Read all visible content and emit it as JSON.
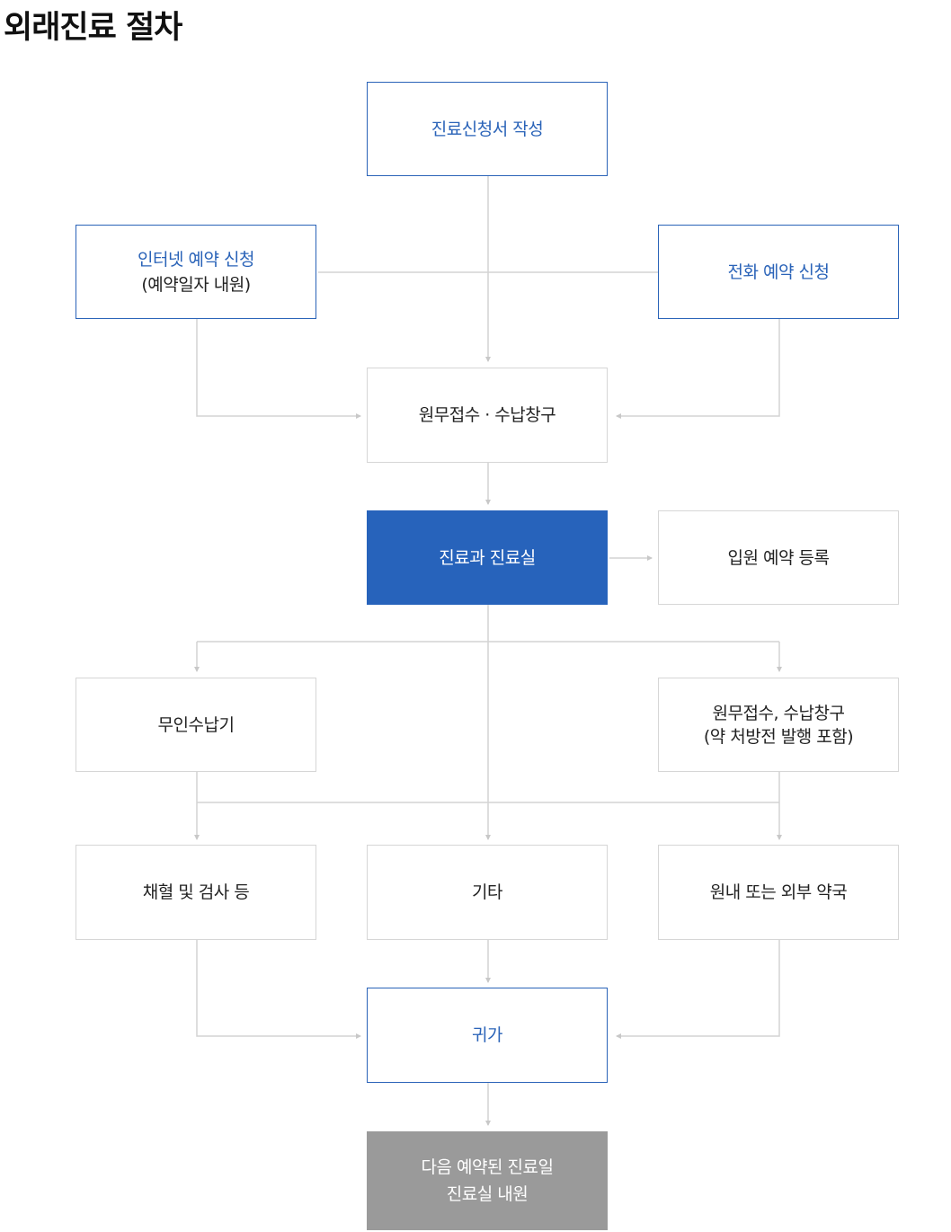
{
  "title": "외래진료 절차",
  "colors": {
    "accent": "#2a63b8",
    "active_fill": "#2763bb",
    "final_fill": "#9a9a9a",
    "line": "#d0d0d0",
    "neutral_border": "#d6d6d6"
  },
  "nodes": {
    "application_form": {
      "line1": "진료신청서 작성"
    },
    "internet_reservation": {
      "line1": "인터넷 예약 신청",
      "line2": "(예약일자 내원)"
    },
    "phone_reservation": {
      "line1": "전화 예약 신청"
    },
    "reception_cashier": {
      "line1": "원무접수 · 수납창구"
    },
    "clinic_room": {
      "line1": "진료과 진료실"
    },
    "admission_reservation": {
      "line1": "입원 예약 등록"
    },
    "kiosk_payment": {
      "line1": "무인수납기"
    },
    "reception_prescription": {
      "line1": "원무접수, 수납창구",
      "line2": "(약 처방전 발행 포함)"
    },
    "blood_tests": {
      "line1": "채혈 및 검사 등"
    },
    "other": {
      "line1": "기타"
    },
    "pharmacy": {
      "line1": "원내 또는 외부 약국"
    },
    "go_home": {
      "line1": "귀가"
    },
    "next_visit": {
      "line1": "다음 예약된 진료일",
      "line2": "진료실 내원"
    }
  }
}
